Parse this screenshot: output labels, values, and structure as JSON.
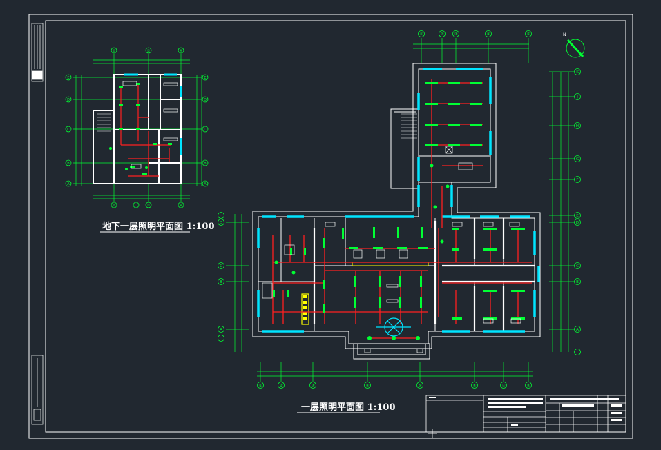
{
  "drawing": {
    "basement_title": "地下一层照明平面图 1:100",
    "ground_title": "一层照明平面图 1:100"
  },
  "ground_grid": {
    "top_axes": [
      "①",
      "②",
      "③",
      "④",
      "⑤"
    ],
    "bottom_axes": [
      "①",
      "②",
      "③",
      "④",
      "⑤",
      "⑥",
      "⑦",
      "⑧"
    ],
    "left_axes": [
      "D",
      "C",
      "B",
      "A"
    ],
    "right_axes": [
      "K",
      "J",
      "H",
      "G",
      "F",
      "E",
      "D",
      "C",
      "B",
      "A"
    ]
  },
  "basement_grid": {
    "top_axes": [
      "②",
      "③",
      "④"
    ],
    "bottom_axes": [
      "②",
      "③",
      "④"
    ],
    "side_axes": [
      "E",
      "D",
      "C",
      "B",
      "A"
    ]
  },
  "colors": {
    "background": "#212830",
    "wall": "#ffffff",
    "window": "#00e5ff",
    "wiring": "#ff2020",
    "fixture": "#00ff33",
    "dimension": "#00ff33",
    "panel": "#ffff00"
  }
}
